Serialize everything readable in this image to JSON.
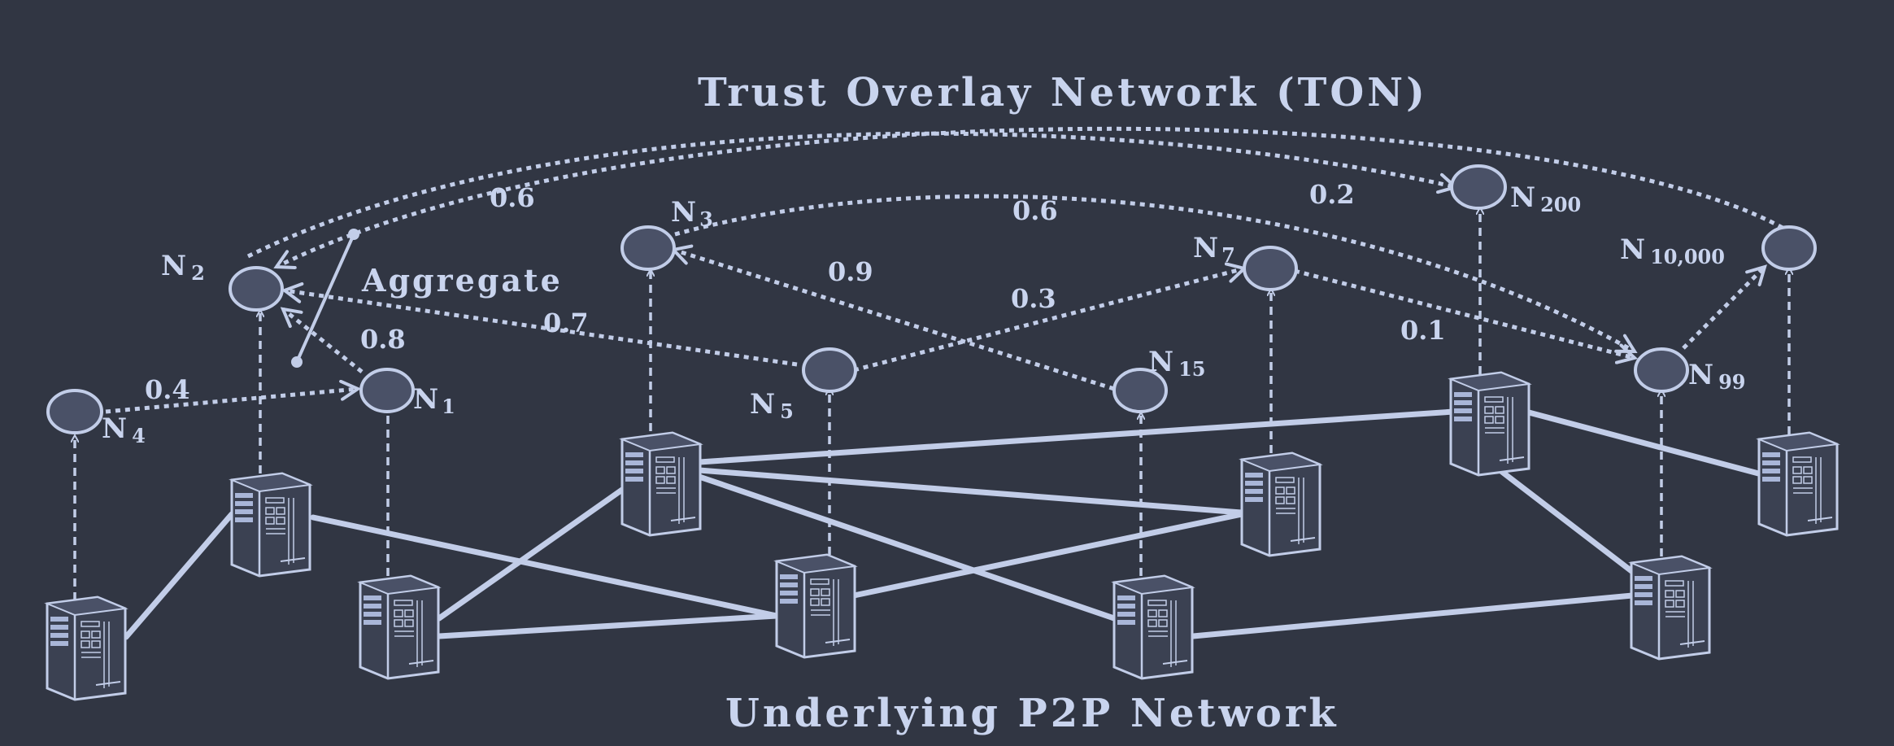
{
  "title_top": "Trust Overlay Network (TON)",
  "title_bottom": "Underlying P2P Network",
  "aggregate_label": "Aggregate",
  "nodes": {
    "n2": {
      "base": "N",
      "sub": "2"
    },
    "n3": {
      "base": "N",
      "sub": "3"
    },
    "n7": {
      "base": "N",
      "sub": "7"
    },
    "n200": {
      "base": "N",
      "sub": "200"
    },
    "n10000": {
      "base": "N",
      "sub": "10,000"
    },
    "n4": {
      "base": "N",
      "sub": "4"
    },
    "n1": {
      "base": "N",
      "sub": "1"
    },
    "n5": {
      "base": "N",
      "sub": "5"
    },
    "n15": {
      "base": "N",
      "sub": "15"
    },
    "n99": {
      "base": "N",
      "sub": "99"
    }
  },
  "weights": {
    "w_n10000_n2": "0.6",
    "w_n2_n200": "0.2",
    "w_n3_n99": "0.6",
    "w_n15_n3": "0.9",
    "w_n5_n7": "0.3",
    "w_n5_n2": "0.7",
    "w_n1_n2": "0.8",
    "w_n4_n1": "0.4",
    "w_n7_n99": "0.1"
  },
  "colors": {
    "background": "#313643",
    "line": "#c2cde8",
    "node_fill": "#4a5167"
  },
  "icons": [
    "server-icon"
  ]
}
